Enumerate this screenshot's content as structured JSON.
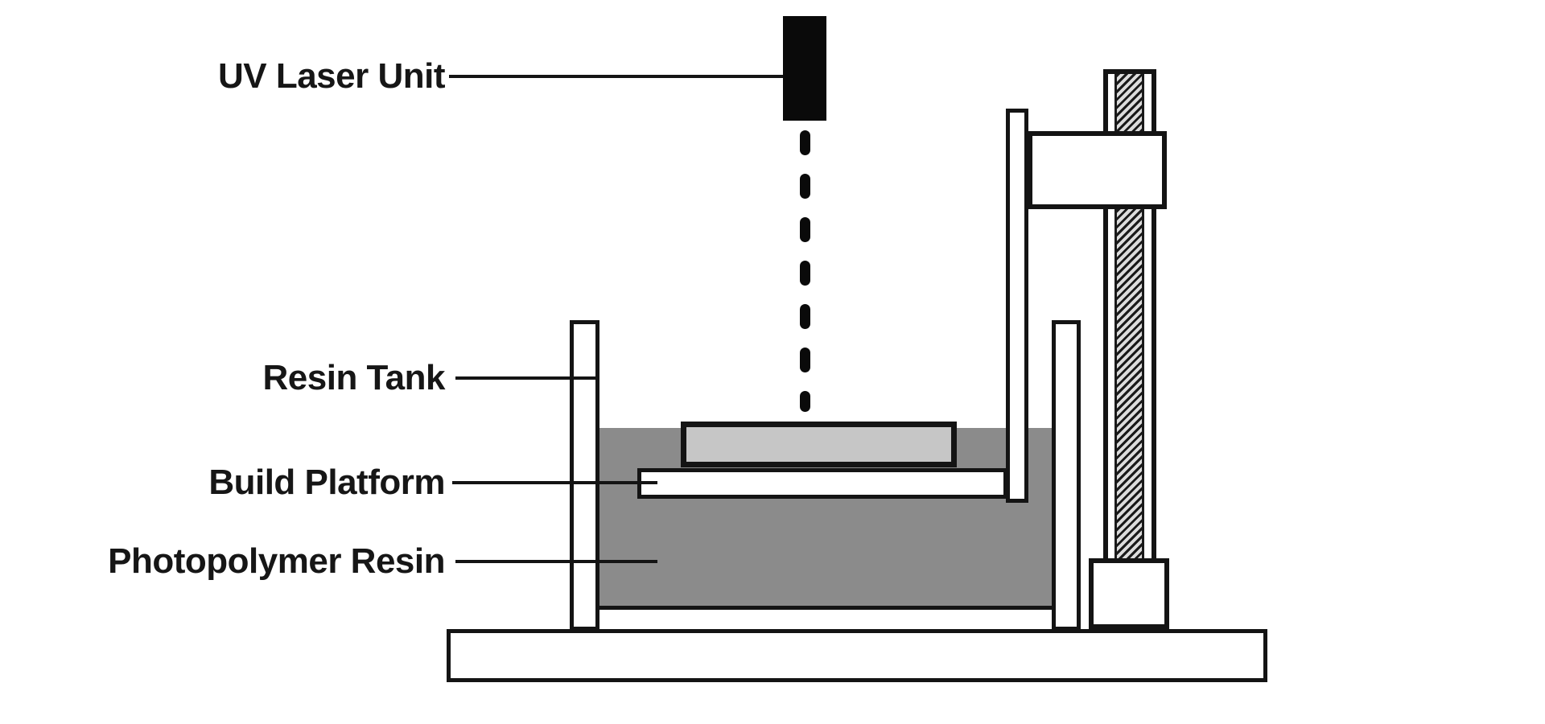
{
  "diagram": {
    "labels": {
      "uv_laser": "UV Laser Unit",
      "resin_tank": "Resin Tank",
      "build_platform": "Build Platform",
      "photopolymer_resin": "Photopolymer Resin"
    },
    "colors": {
      "line": "#141414",
      "laser": "#0a0a0a",
      "resin": "#8b8b8b",
      "cured_layer": "#c6c6c6",
      "background": "#ffffff"
    }
  }
}
